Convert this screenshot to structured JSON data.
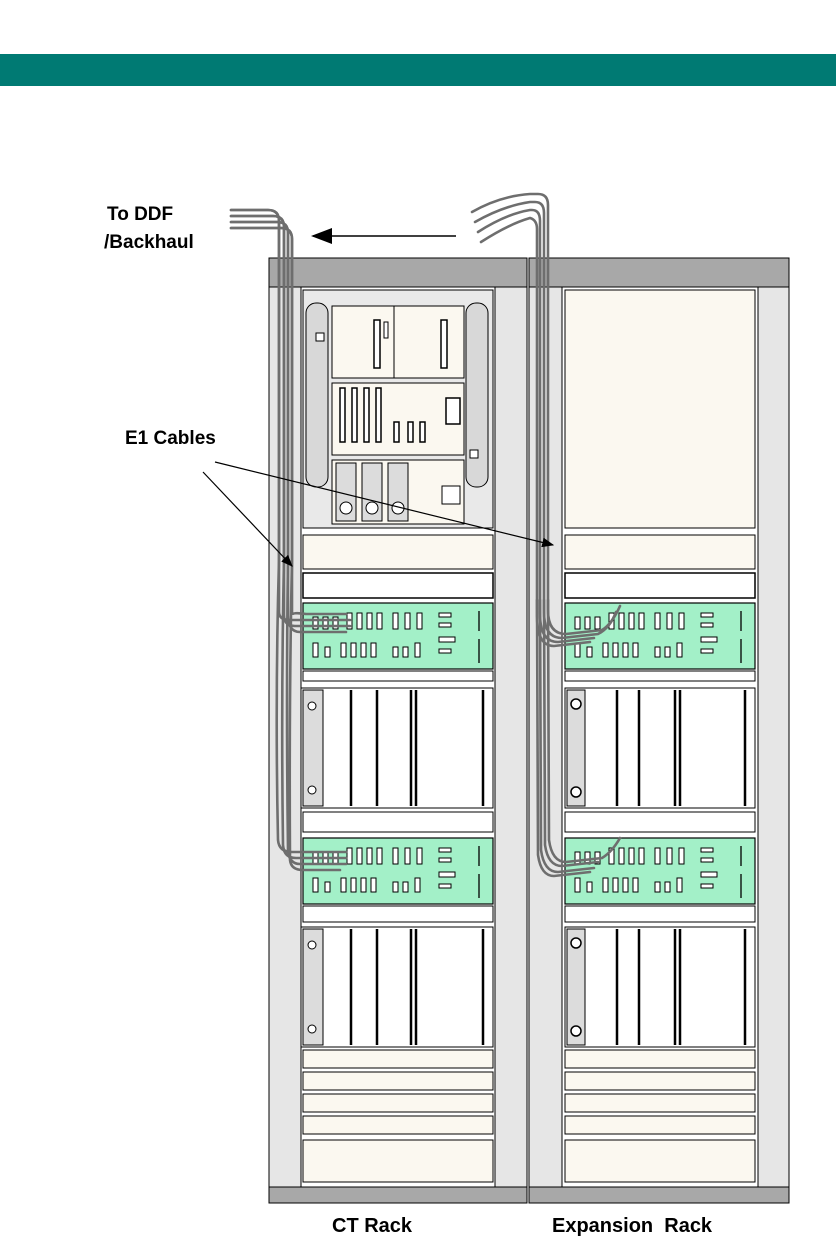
{
  "header": {
    "band_color": "#007a73"
  },
  "labels": {
    "to_ddf_line1": "To DDF",
    "to_ddf_line2": "/Backhaul",
    "e1_cables": "E1 Cables",
    "ct_rack": "CT Rack",
    "expansion_rack": "Expansion  Rack"
  },
  "colors": {
    "rack_frame": "#e6e6e6",
    "rack_cap": "#a8a8a8",
    "panel": "#fbf8f0",
    "green_module": "#a3f0c8",
    "cable": "#6e6e6e",
    "outline": "#000000"
  }
}
